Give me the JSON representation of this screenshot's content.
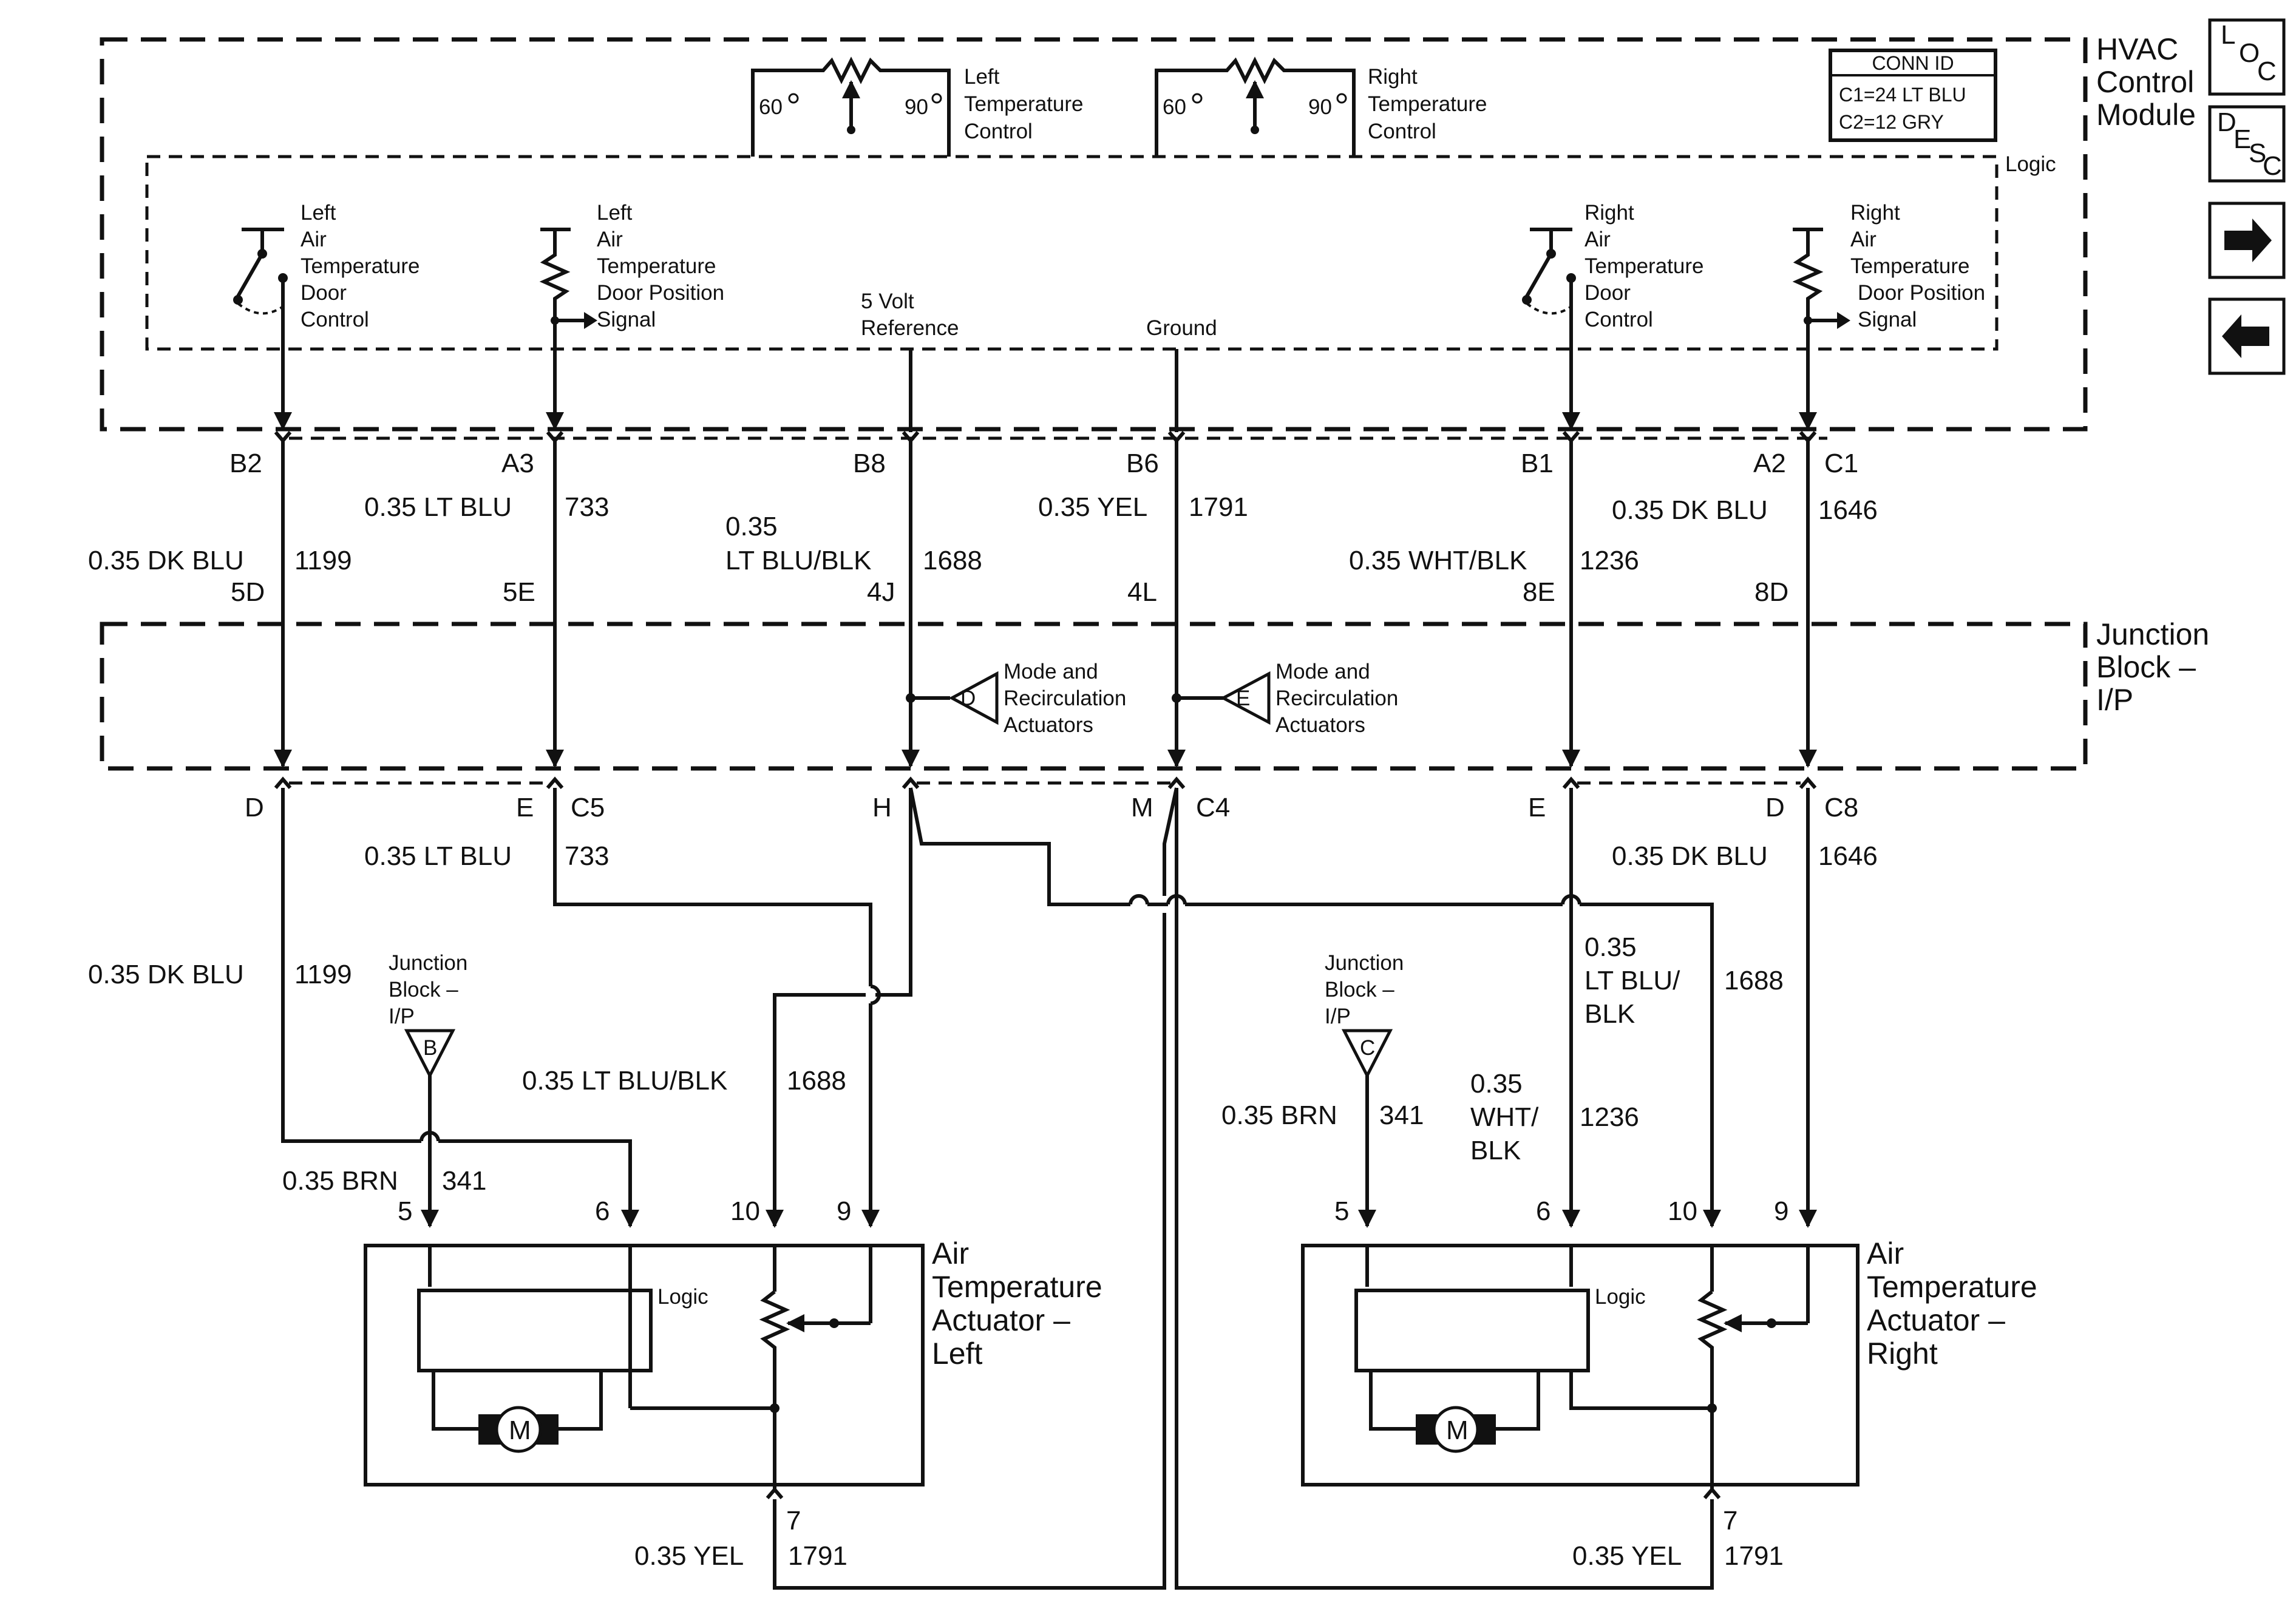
{
  "hvac_module": {
    "title": [
      "HVAC",
      "Control",
      "Module"
    ],
    "logic_label": "Logic",
    "conn_id": {
      "header": "CONN ID",
      "lines": [
        "C1=24 LT BLU",
        "C2=12 GRY"
      ]
    },
    "left_temp_control": {
      "label": [
        "Left",
        "Temperature",
        "Control"
      ],
      "min": "60",
      "max": "90"
    },
    "right_temp_control": {
      "label": [
        "Right",
        "Temperature",
        "Control"
      ],
      "min": "60",
      "max": "90"
    },
    "left_door_control": [
      "Left",
      "Air",
      "Temperature",
      "Door",
      "Control"
    ],
    "left_door_position": [
      "Left",
      "Air",
      "Temperature",
      "Door Position",
      "Signal"
    ],
    "five_volt_ref": [
      "5 Volt",
      "Reference"
    ],
    "ground": "Ground",
    "right_door_control": [
      "Right",
      "Air",
      "Temperature",
      "Door",
      "Control"
    ],
    "right_door_position": [
      "Right",
      "Air",
      "Temperature",
      "Door Position",
      "Signal"
    ]
  },
  "side_buttons": {
    "loc": [
      "L",
      "O",
      "C"
    ],
    "desc": [
      "D",
      "E",
      "S",
      "C"
    ],
    "next": "→",
    "prev": "←"
  },
  "upper_pins": {
    "b2": "B2",
    "a3": "A3",
    "b8": "B8",
    "b6": "B6",
    "b1": "B1",
    "a2": "A2",
    "c1": "C1"
  },
  "upper_wires": {
    "w1199": {
      "color": "0.35 DK BLU",
      "circuit": "1199",
      "cavity": "5D"
    },
    "w733": {
      "color": "0.35 LT BLU",
      "circuit": "733",
      "cavity": "5E"
    },
    "w1688": {
      "color": [
        "0.35",
        "LT BLU/BLK"
      ],
      "circuit": "1688",
      "cavity": "4J"
    },
    "w1791": {
      "color": "0.35 YEL",
      "circuit": "1791",
      "cavity": "4L"
    },
    "w1236": {
      "color": "0.35 WHT/BLK",
      "circuit": "1236",
      "cavity": "8E"
    },
    "w1646": {
      "color": "0.35 DK BLU",
      "circuit": "1646",
      "cavity": "8D"
    }
  },
  "junction_block": {
    "title": [
      "Junction",
      "Block –",
      "I/P"
    ],
    "splice_d": {
      "letter": "D",
      "label": [
        "Mode and",
        "Recirculation",
        "Actuators"
      ]
    },
    "splice_e": {
      "letter": "E",
      "label": [
        "Mode and",
        "Recirculation",
        "Actuators"
      ]
    }
  },
  "lower_pins": {
    "d": "D",
    "e": "E",
    "c5": "C5",
    "h": "H",
    "m": "M",
    "c4": "C4",
    "e2": "E",
    "d2": "D",
    "c8": "C8"
  },
  "lower_wires": {
    "l733": {
      "color": "0.35 LT BLU",
      "circuit": "733"
    },
    "l1646": {
      "color": "0.35 DK BLU",
      "circuit": "1646"
    },
    "l1199": {
      "color": "0.35 DK BLU",
      "circuit": "1199"
    },
    "l1688_left": {
      "color": "0.35 LT BLU/BLK",
      "circuit": "1688"
    },
    "l1688_right": {
      "color": [
        "0.35",
        "LT BLU/",
        "BLK"
      ],
      "circuit": "1688"
    },
    "l1236_right": {
      "color": [
        "0.35",
        "WHT/",
        "BLK"
      ],
      "circuit": "1236"
    },
    "l341_left": {
      "color": "0.35 BRN",
      "circuit": "341"
    },
    "l341_right": {
      "color": "0.35 BRN",
      "circuit": "341"
    },
    "l1791_left": {
      "color": "0.35 YEL",
      "circuit": "1791"
    },
    "l1791_right": {
      "color": "0.35 YEL",
      "circuit": "1791"
    }
  },
  "junction_refs": {
    "b": {
      "label": [
        "Junction",
        "Block –",
        "I/P"
      ],
      "letter": "B"
    },
    "c": {
      "label": [
        "Junction",
        "Block –",
        "I/P"
      ],
      "letter": "C"
    }
  },
  "actuator_left": {
    "title": [
      "Air",
      "Temperature",
      "Actuator –",
      "Left"
    ],
    "logic": "Logic",
    "motor": "M",
    "pins": {
      "p5": "5",
      "p6": "6",
      "p10": "10",
      "p9": "9",
      "p7": "7"
    }
  },
  "actuator_right": {
    "title": [
      "Air",
      "Temperature",
      "Actuator –",
      "Right"
    ],
    "logic": "Logic",
    "motor": "M",
    "pins": {
      "p5": "5",
      "p6": "6",
      "p10": "10",
      "p9": "9",
      "p7": "7"
    }
  }
}
